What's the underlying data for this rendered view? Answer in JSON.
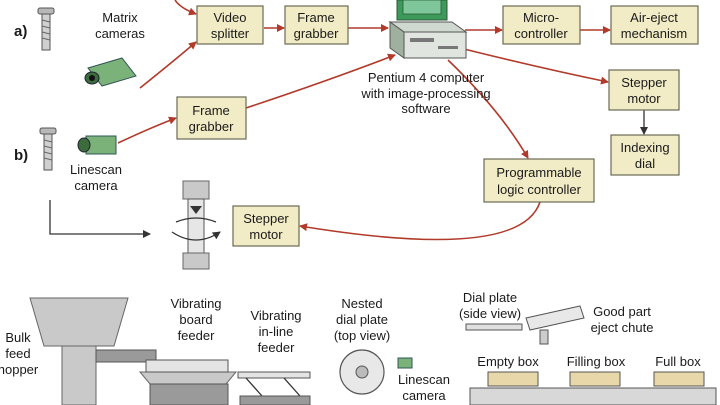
{
  "boxes": {
    "video_splitter": [
      "Video",
      "splitter"
    ],
    "frame_grabber_a": [
      "Frame",
      "grabber"
    ],
    "microcontroller": [
      "Micro-",
      "controller"
    ],
    "air_eject": [
      "Air-eject",
      "mechanism"
    ],
    "stepper_motor_top": [
      "Stepper",
      "motor"
    ],
    "indexing_dial": [
      "Indexing",
      "dial"
    ],
    "frame_grabber_b": [
      "Frame",
      "grabber"
    ],
    "plc": [
      "Programmable",
      "logic controller"
    ],
    "stepper_motor_bottom": [
      "Stepper",
      "motor"
    ]
  },
  "labels": {
    "row_a": "a)",
    "row_b": "b)",
    "matrix_cameras": [
      "Matrix",
      "cameras"
    ],
    "linescan_camera": [
      "Linescan",
      "camera"
    ],
    "computer": [
      "Pentium 4 computer",
      "with image-processing",
      "software"
    ]
  },
  "bottom_labels": {
    "bulk_feed_hopper": [
      "Bulk",
      "feed",
      "hopper"
    ],
    "vibrating_board_feeder": [
      "Vibrating",
      "board",
      "feeder"
    ],
    "vibrating_inline_feeder": [
      "Vibrating",
      "in-line",
      "feeder"
    ],
    "nested_dial_plate": [
      "Nested",
      "dial plate",
      "(top view)"
    ],
    "linescan_camera": [
      "Linescan",
      "camera"
    ],
    "dial_plate_side": [
      "Dial plate",
      "(side view)"
    ],
    "good_part_chute": [
      "Good part",
      "eject chute"
    ],
    "empty_box": "Empty box",
    "filling_box": "Filling box",
    "full_box": "Full box"
  },
  "colors": {
    "box_fill": "#f2ecc6",
    "wire": "#b23a2a",
    "computer_green": "#3e9a5a"
  }
}
